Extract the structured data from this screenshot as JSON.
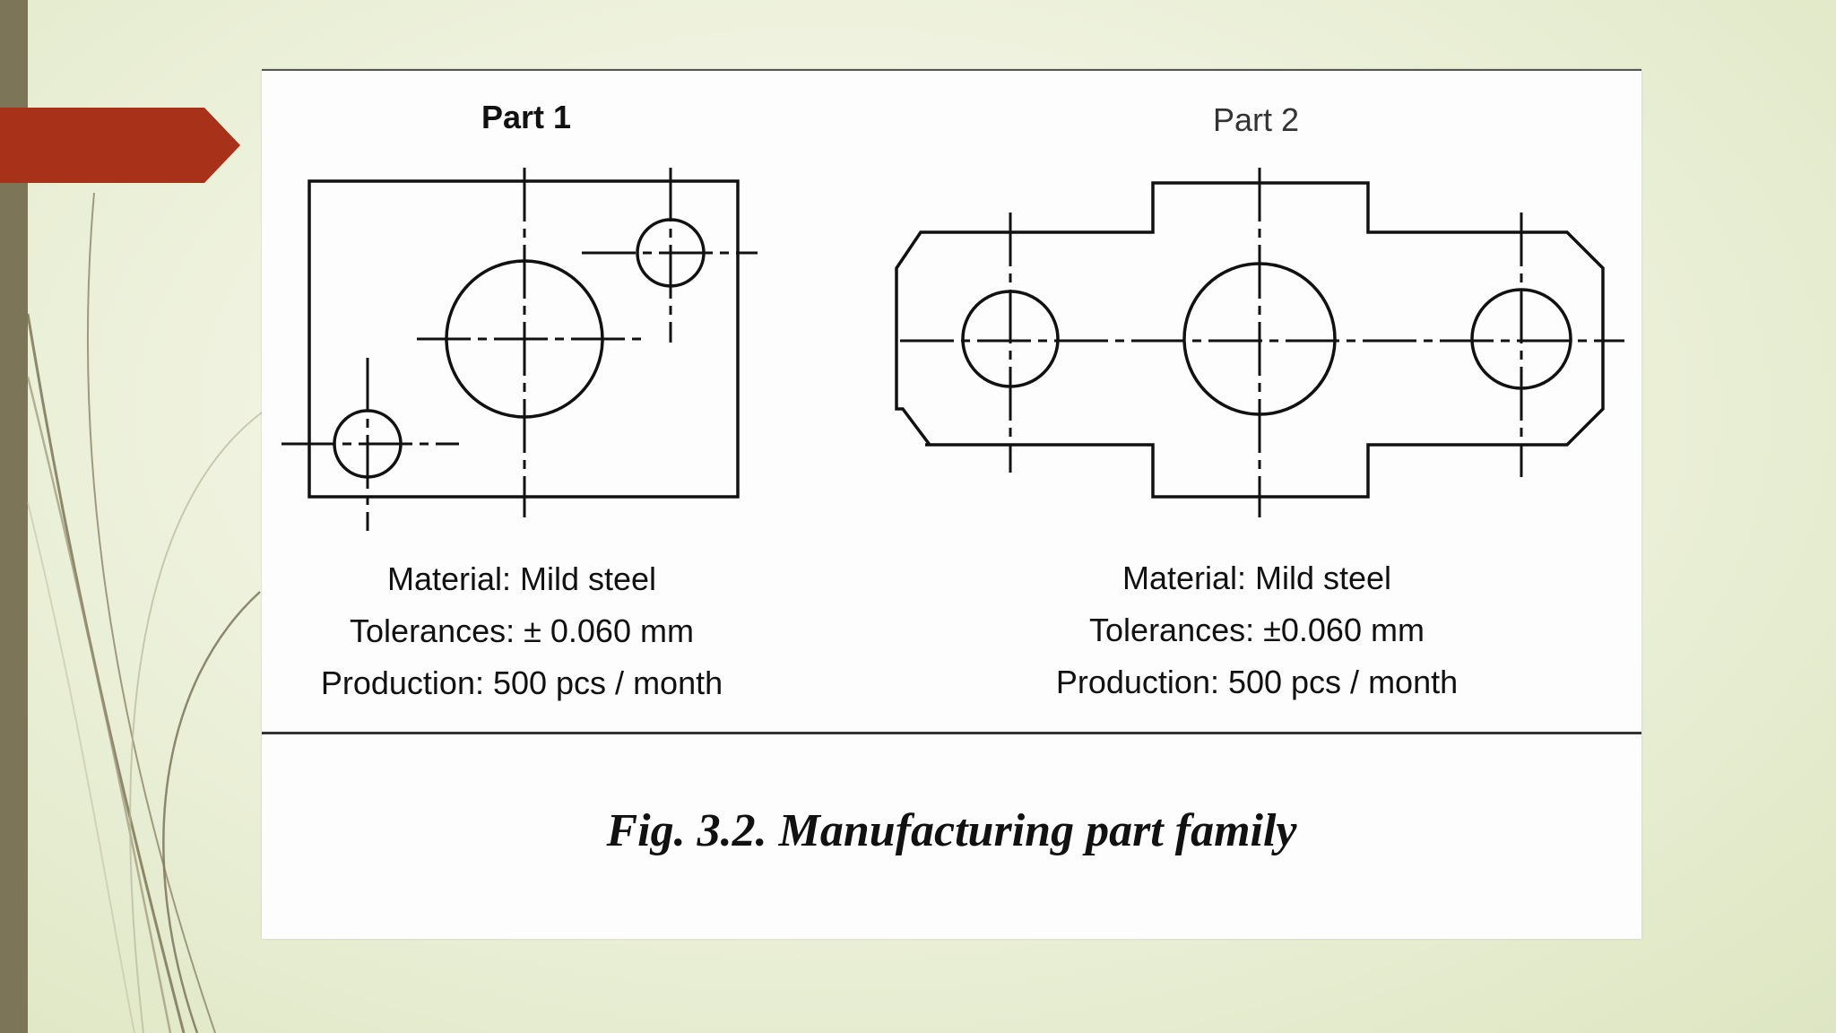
{
  "figure": {
    "parts": [
      {
        "title": "Part 1",
        "material": "Material: Mild steel",
        "tolerances": "Tolerances: ± 0.060 mm",
        "production": "Production: 500 pcs / month"
      },
      {
        "title": "Part 2",
        "material": "Material: Mild steel",
        "tolerances": "Tolerances: ±0.060 mm",
        "production": "Production: 500 pcs / month"
      }
    ],
    "caption": "Fig. 3.2. Manufacturing part family"
  },
  "colors": {
    "accent_arrow": "#a8311a",
    "left_band": "#7d7558",
    "background": "#eef2dd",
    "line": "#111111"
  }
}
